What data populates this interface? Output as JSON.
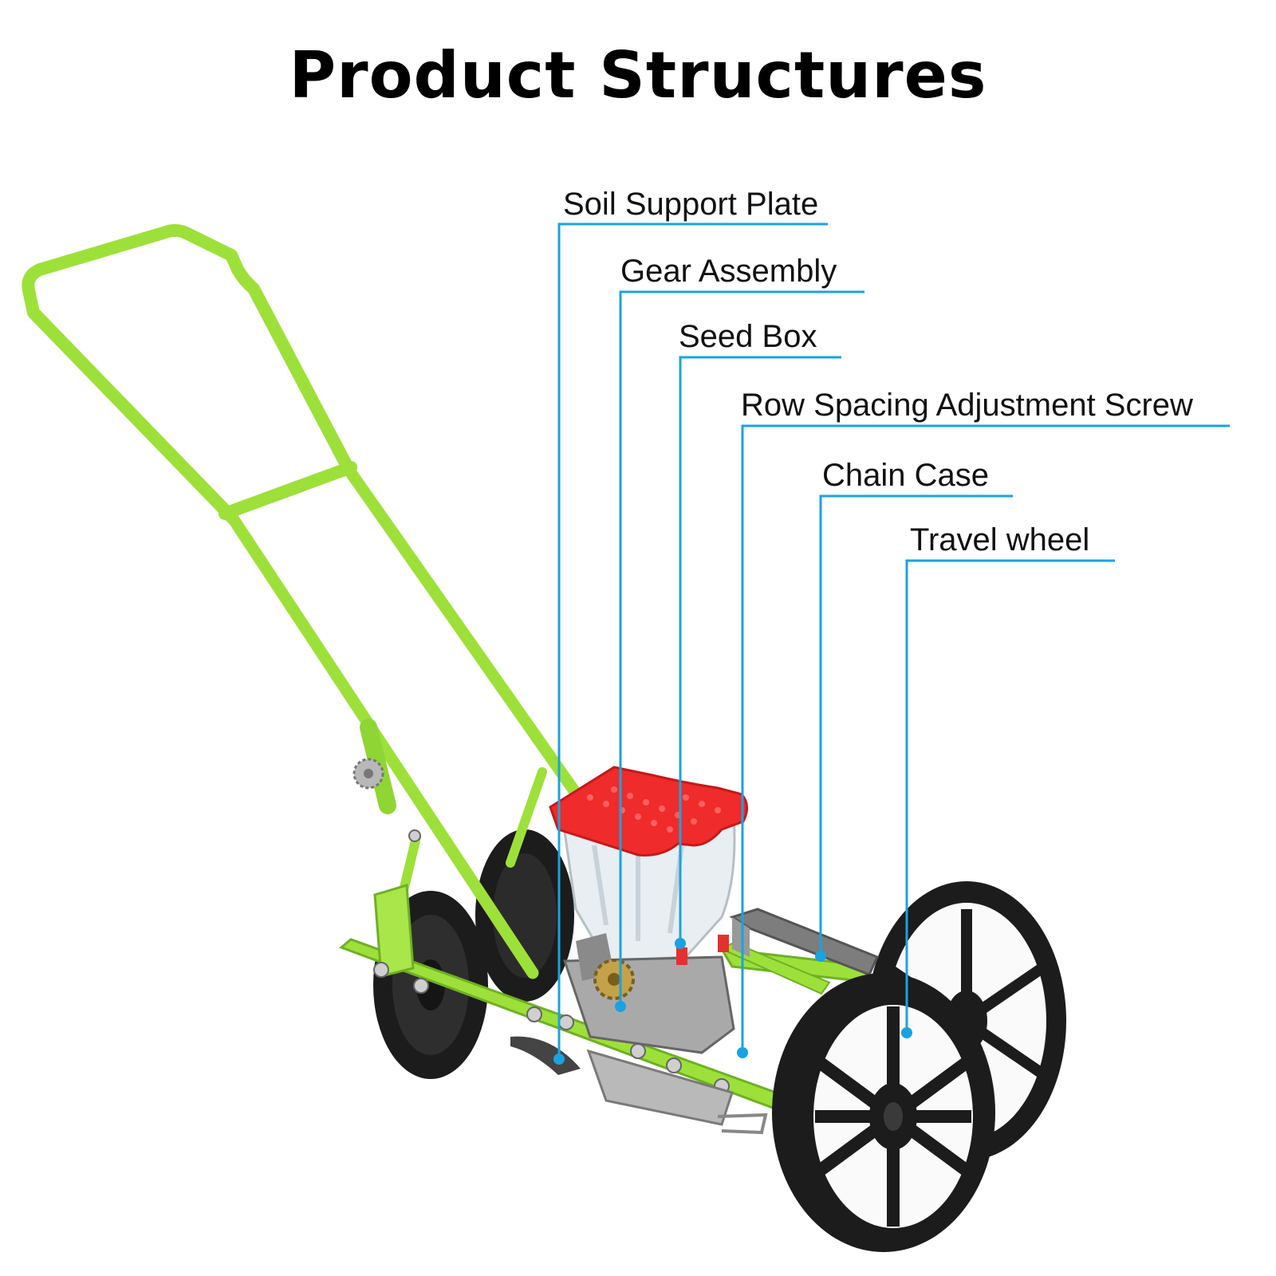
{
  "title": "Product Structures",
  "colors": {
    "frame": "#9ee03a",
    "frame_dark": "#6fb024",
    "callout_line": "#1aa3e0",
    "hopper_lid": "#ef2b2b",
    "wheel": "#1c1c1c",
    "metal": "#9a9a9a"
  },
  "callouts": [
    {
      "id": "soil-support-plate",
      "label": "Soil Support Plate"
    },
    {
      "id": "gear-assembly",
      "label": "Gear Assembly"
    },
    {
      "id": "seed-box",
      "label": "Seed Box"
    },
    {
      "id": "row-spacing-adjustment-screw",
      "label": "Row Spacing Adjustment Screw"
    },
    {
      "id": "chain-case",
      "label": "Chain Case"
    },
    {
      "id": "travel-wheel",
      "label": "Travel wheel"
    }
  ]
}
